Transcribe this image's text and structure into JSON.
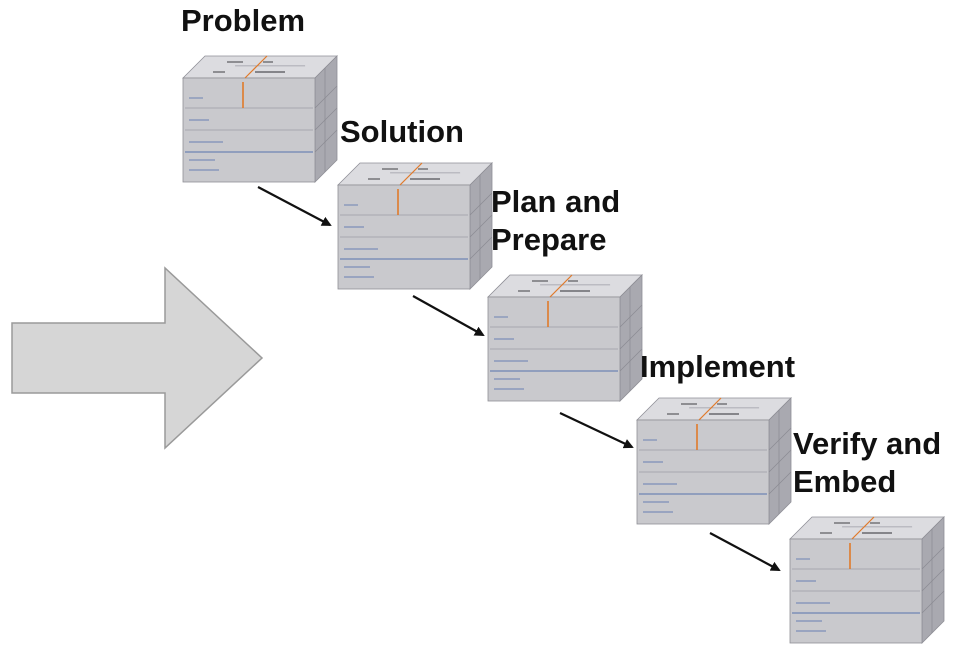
{
  "stages": [
    {
      "label_lines": [
        "Problem"
      ]
    },
    {
      "label_lines": [
        "Solution"
      ]
    },
    {
      "label_lines": [
        "Plan and",
        "Prepare"
      ]
    },
    {
      "label_lines": [
        "Implement"
      ]
    },
    {
      "label_lines": [
        "Verify and",
        "Embed"
      ]
    }
  ],
  "colors": {
    "cube_front": "#c9c9cd",
    "cube_top": "#dcdce0",
    "cube_side": "#a9a9b0",
    "cube_lines": "#7d8fb8",
    "cube_orange": "#e07a2a",
    "big_arrow_fill": "#d6d6d6",
    "big_arrow_stroke": "#9a9a9a",
    "connector": "#111111"
  },
  "icons": {
    "cube": "canvas-cube-icon",
    "connector": "diagonal-arrow-icon",
    "big_arrow": "big-right-arrow-icon"
  }
}
